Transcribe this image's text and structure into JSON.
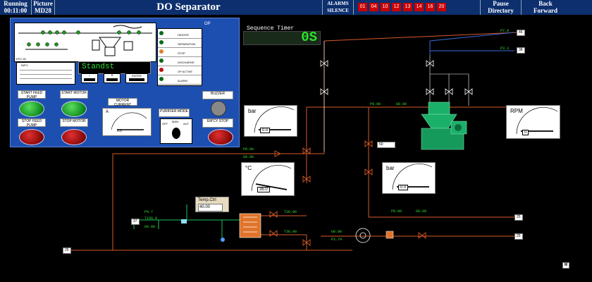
{
  "topbar": {
    "running_label": "Running",
    "running_time": "00:11:00",
    "picture_label": "Picture",
    "picture_id": "MD28",
    "title": "DO Separator",
    "alarms_label": "ALARMS",
    "silence_label": "SILENCE",
    "alarm_numbers": [
      "01",
      "04",
      "10",
      "12",
      "13",
      "14",
      "16",
      "20"
    ],
    "pause_label": "Pause",
    "directory_label": "Directory",
    "back_label": "Back",
    "forward_label": "Forward"
  },
  "panel": {
    "op_label": "OP",
    "efc_label": "EFC-30",
    "info_label": "INFO",
    "display_text": "Standst",
    "minus_label": "-",
    "plus_label": "+",
    "enter_label": "ENTER",
    "status_items": [
      "HEATER",
      "SEPARATION",
      "STOP",
      "DISCHARGE",
      "OP ACTIVE",
      "ALARM"
    ],
    "start_feed_pump": "START FEED PUMP",
    "start_motor": "START MOTOR",
    "stop_feed_pump": "STOP FEED PUMP",
    "stop_motor": "STOP MOTOR",
    "motor_current": "MOTOR CURRENT",
    "purifier_mode": "PURIFIER MODE",
    "buzzer": "BUZZER",
    "emcy_stop": "EM'CY STOP",
    "amp_unit": "A",
    "amp_value": "0.0",
    "mode_off": "OFF",
    "mode_man": "MAN",
    "mode_aut": "AUT"
  },
  "sequence": {
    "label": "Sequence Timer",
    "value": "0S"
  },
  "gauges": {
    "bar1": {
      "unit": "bar",
      "value": "0.0"
    },
    "bar2": {
      "unit": "bar",
      "value": "0.0"
    },
    "temp": {
      "unit": "°C",
      "value": "36.0"
    },
    "rpm": {
      "unit": "RPM",
      "value": "0"
    }
  },
  "temp_ctrl": {
    "label": "Temp.Ctrl",
    "value": "40.00"
  },
  "process_labels": {
    "p_top1": "P7.0",
    "tag_top1": "46",
    "p_top2": "P3.3",
    "tag_top2": "38",
    "p_sep_a": "P0.00",
    "g_sep_a": "G0.00",
    "p_feed": "P0.00",
    "g_feed": "G0.00",
    "valve_value": "50",
    "p_heater_in": "P4.7",
    "t_heater_in": "T156.0",
    "g_heater_in": "G0.00",
    "tag_37": "37",
    "t_out1": "T36.00",
    "t_out2": "T36.00",
    "p_pump": "P2.74",
    "g_pump": "G0.00",
    "p_mid": "P0.00",
    "g_mid": "G0.00",
    "tag_25a": "25",
    "tag_25b": "25",
    "tag_25c": "25",
    "m_label": "M"
  }
}
